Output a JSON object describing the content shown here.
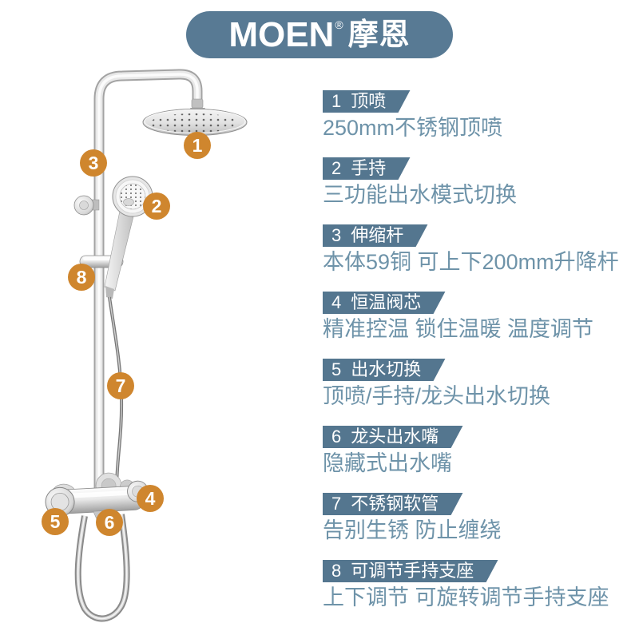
{
  "brand": {
    "name": "MOEN",
    "mark": "®",
    "name_cn": "摩恩"
  },
  "colors": {
    "header_bg": "#587a94",
    "badge_bg": "#54768f",
    "description_text": "#6e93a9",
    "marker": "#cf862e",
    "marker_text": "#ffffff"
  },
  "features": [
    {
      "num": "1",
      "title": "顶喷",
      "desc": "250mm不锈钢顶喷"
    },
    {
      "num": "2",
      "title": "手持",
      "desc": "三功能出水模式切换"
    },
    {
      "num": "3",
      "title": "伸缩杆",
      "desc": "本体59铜 可上下200mm升降杆"
    },
    {
      "num": "4",
      "title": "恒温阀芯",
      "desc": "精准控温 锁住温暖 温度调节"
    },
    {
      "num": "5",
      "title": "出水切换",
      "desc": "顶喷/手持/龙头出水切换"
    },
    {
      "num": "6",
      "title": "龙头出水嘴",
      "desc": "隐藏式出水嘴"
    },
    {
      "num": "7",
      "title": "不锈钢软管",
      "desc": "告别生锈 防止缠绕"
    },
    {
      "num": "8",
      "title": "可调节手持支座",
      "desc": "上下调节 可旋转调节手持支座"
    }
  ]
}
